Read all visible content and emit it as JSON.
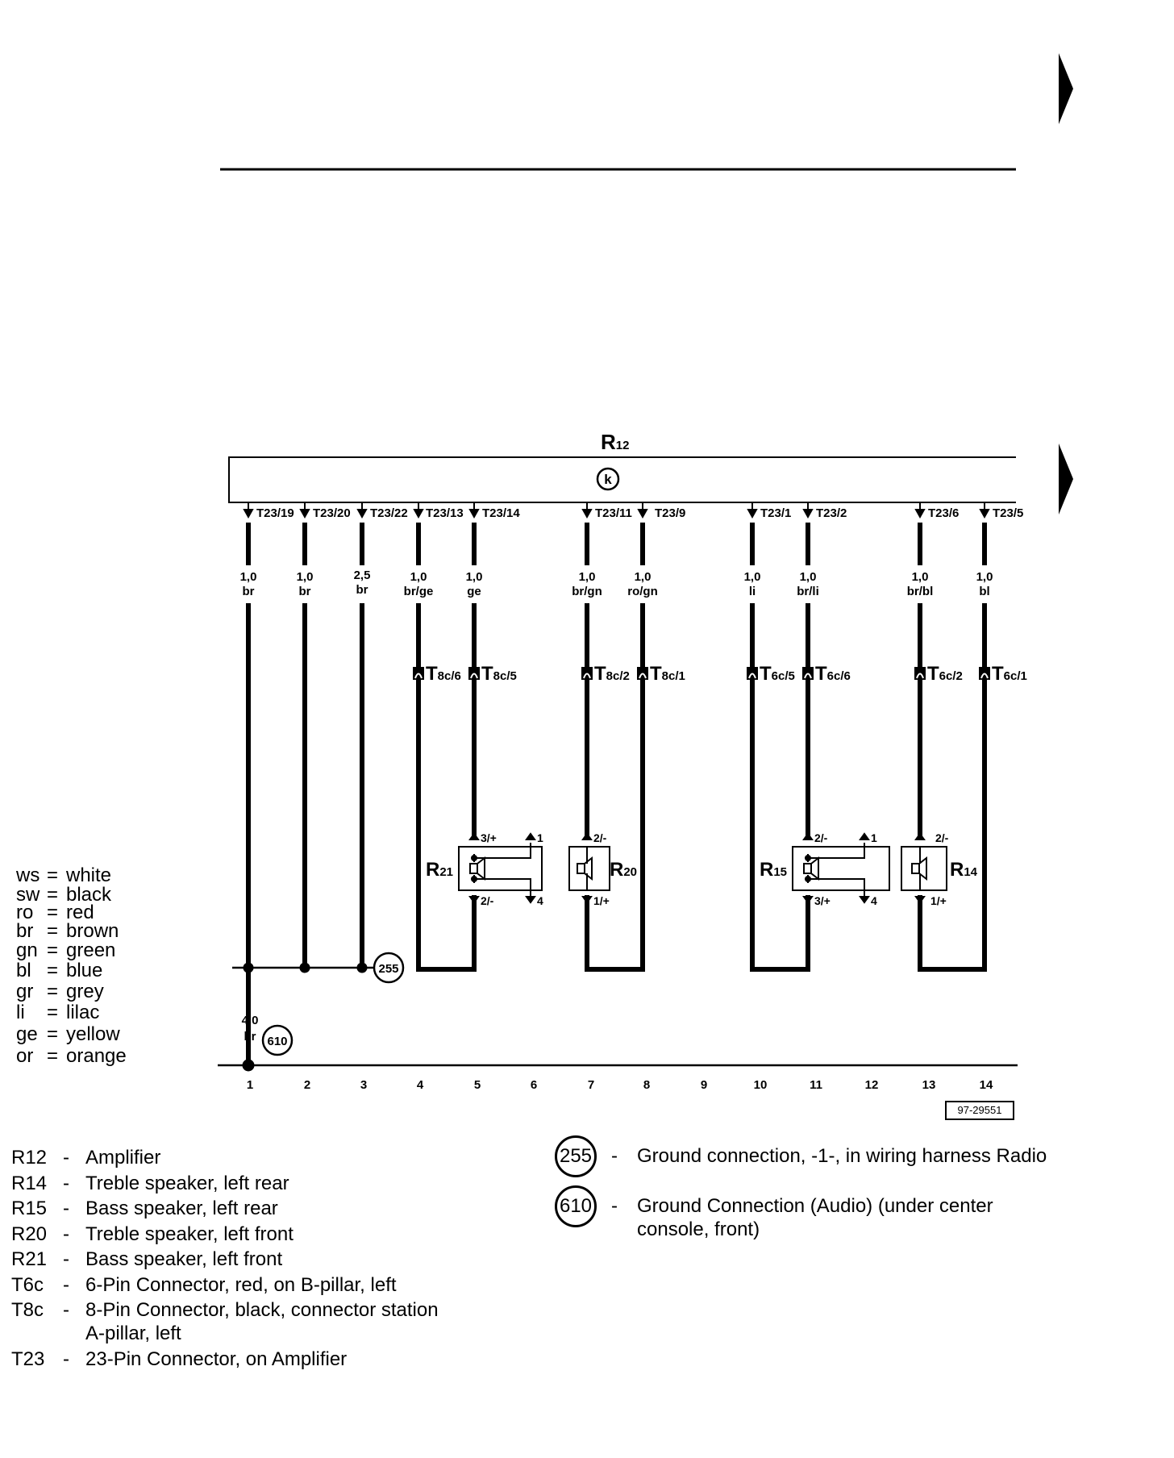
{
  "amplifier": {
    "label": "R",
    "sub": "12",
    "symbol": "k"
  },
  "pins": [
    {
      "pin": "T23/19",
      "size": "1,0",
      "color": "br"
    },
    {
      "pin": "T23/20",
      "size": "1,0",
      "color": "br"
    },
    {
      "pin": "T23/22",
      "size": "2,5",
      "color": "br"
    },
    {
      "pin": "T23/13",
      "size": "1,0",
      "color": "br/ge"
    },
    {
      "pin": "T23/14",
      "size": "1,0",
      "color": "ge"
    },
    {
      "pin": "T23/11",
      "size": "1,0",
      "color": "br/gn"
    },
    {
      "pin": "T23/9",
      "size": "1,0",
      "color": "ro/gn"
    },
    {
      "pin": "T23/1",
      "size": "1,0",
      "color": "li"
    },
    {
      "pin": "T23/2",
      "size": "1,0",
      "color": "br/li"
    },
    {
      "pin": "T23/6",
      "size": "1,0",
      "color": "br/bl"
    },
    {
      "pin": "T23/5",
      "size": "1,0",
      "color": "bl"
    }
  ],
  "connectors": [
    {
      "main": "T",
      "sub": "8c/6"
    },
    {
      "main": "T",
      "sub": "8c/5"
    },
    {
      "main": "T",
      "sub": "8c/2"
    },
    {
      "main": "T",
      "sub": "8c/1"
    },
    {
      "main": "T",
      "sub": "6c/5"
    },
    {
      "main": "T",
      "sub": "6c/6"
    },
    {
      "main": "T",
      "sub": "6c/2"
    },
    {
      "main": "T",
      "sub": "6c/1"
    }
  ],
  "speakers": [
    {
      "label": "R",
      "sub": "21",
      "pins": [
        "3/+",
        "1",
        "2/-",
        "4"
      ]
    },
    {
      "label": "R",
      "sub": "20",
      "pins": [
        "2/-",
        "1/+"
      ]
    },
    {
      "label": "R",
      "sub": "15",
      "pins": [
        "2/-",
        "1",
        "3/+",
        "4"
      ]
    },
    {
      "label": "R",
      "sub": "14",
      "pins": [
        "2/-",
        "1/+"
      ]
    }
  ],
  "ground_wire": {
    "size": "4,0",
    "color": "br"
  },
  "ground_points": [
    "255",
    "610"
  ],
  "tracks": [
    "1",
    "2",
    "3",
    "4",
    "5",
    "6",
    "7",
    "8",
    "9",
    "10",
    "11",
    "12",
    "13",
    "14"
  ],
  "figure_id": "97-29551",
  "color_legend": [
    {
      "abbr": "ws",
      "name": "white"
    },
    {
      "abbr": "sw",
      "name": "black"
    },
    {
      "abbr": "ro",
      "name": "red"
    },
    {
      "abbr": "br",
      "name": "brown"
    },
    {
      "abbr": "gn",
      "name": "green"
    },
    {
      "abbr": "bl",
      "name": "blue"
    },
    {
      "abbr": "gr",
      "name": "grey"
    },
    {
      "abbr": "li",
      "name": "lilac"
    },
    {
      "abbr": "ge",
      "name": "yellow"
    },
    {
      "abbr": "or",
      "name": "orange"
    }
  ],
  "component_legend": [
    {
      "code": "R12",
      "desc": "Amplifier"
    },
    {
      "code": "R14",
      "desc": "Treble speaker, left rear"
    },
    {
      "code": "R15",
      "desc": "Bass speaker, left rear"
    },
    {
      "code": "R20",
      "desc": "Treble speaker, left front"
    },
    {
      "code": "R21",
      "desc": "Bass speaker, left front"
    },
    {
      "code": "T6c",
      "desc": "6-Pin Connector, red, on B-pillar, left"
    },
    {
      "code": "T8c",
      "desc": "8-Pin Connector, black, connector station",
      "desc2": "A-pillar, left"
    },
    {
      "code": "T23",
      "desc": "23-Pin Connector, on Amplifier"
    }
  ],
  "ground_legend": [
    {
      "id": "255",
      "desc": "Ground connection, -1-, in wiring harness Radio"
    },
    {
      "id": "610",
      "desc": "Ground Connection (Audio) (under center",
      "desc2": "console, front)"
    }
  ],
  "dash": "-",
  "equals": "="
}
